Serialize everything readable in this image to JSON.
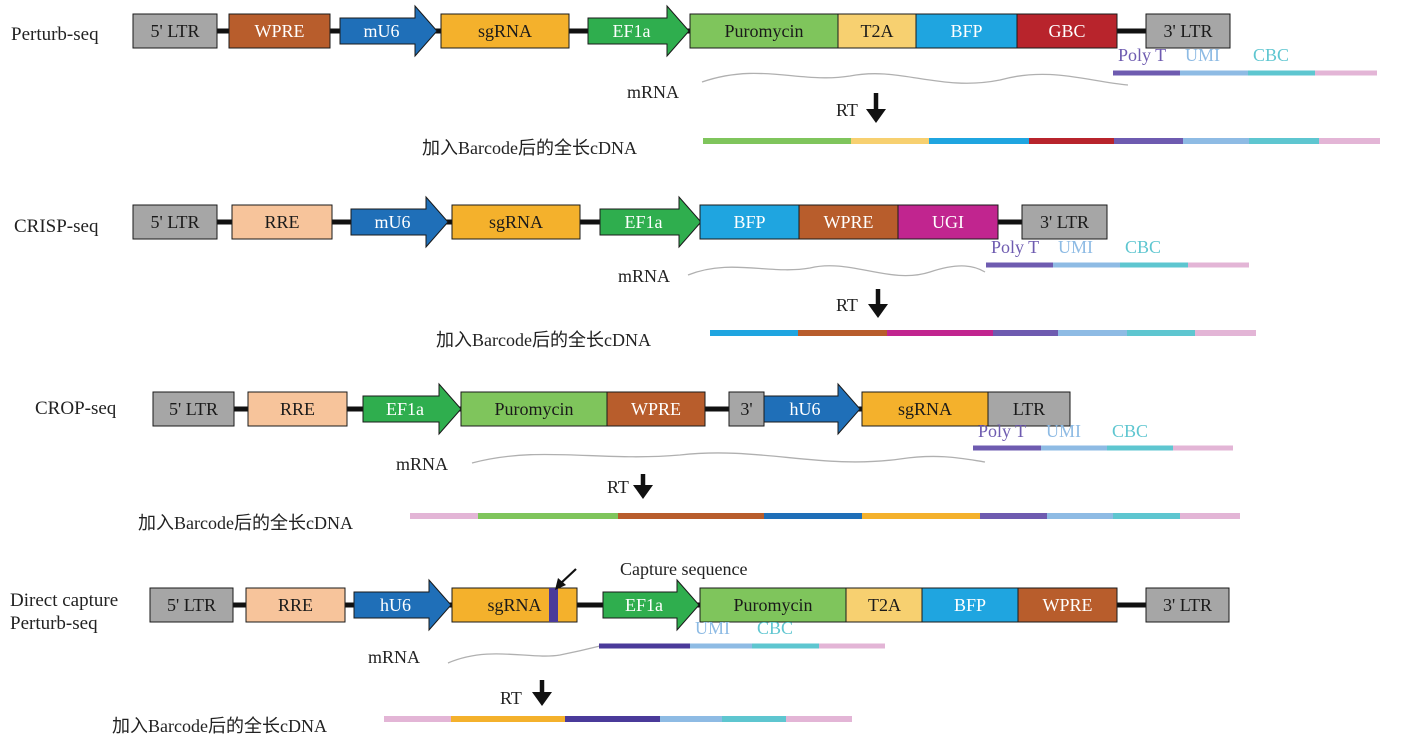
{
  "colors": {
    "LTR": "#a6a6a6",
    "WPRE": "#b85d2c",
    "RRE": "#f7c49b",
    "U6": "#1f6fb8",
    "sgRNA": "#f4b12c",
    "EF1a": "#2fae4e",
    "Puromycin": "#7fc55c",
    "T2A": "#f7d070",
    "BFP": "#1fa5e0",
    "GBC": "#b8242c",
    "UGI": "#c1258f",
    "PolyT": "#6e5bb0",
    "UMI": "#8ebbe4",
    "CBC": "#5ec6d0",
    "tail": "#e3b5d6",
    "capture": "#4a3a9a"
  },
  "panels": [
    {
      "name": "Perturb-seq",
      "construct": [
        {
          "label": "5' LTR",
          "key": "LTR",
          "shape": "box"
        },
        {
          "label": "WPRE",
          "key": "WPRE",
          "shape": "box"
        },
        {
          "label": "mU6",
          "key": "U6",
          "shape": "arrow"
        },
        {
          "label": "sgRNA",
          "key": "sgRNA",
          "shape": "box"
        },
        {
          "label": "EF1a",
          "key": "EF1a",
          "shape": "arrow"
        },
        {
          "label": "Puromycin",
          "key": "Puromycin",
          "shape": "box"
        },
        {
          "label": "T2A",
          "key": "T2A",
          "shape": "box"
        },
        {
          "label": "BFP",
          "key": "BFP",
          "shape": "box"
        },
        {
          "label": "GBC",
          "key": "GBC",
          "shape": "box"
        },
        {
          "label": "3' LTR",
          "key": "LTR",
          "shape": "box"
        }
      ],
      "primer": [
        {
          "label": "Poly T",
          "key": "PolyT"
        },
        {
          "label": "UMI",
          "key": "UMI"
        },
        {
          "label": "CBC",
          "key": "CBC"
        }
      ],
      "mrna_label": "mRNA",
      "rt_label": "RT",
      "cdna_label": "加入Barcode后的全长cDNA",
      "cdna": [
        "Puromycin",
        "T2A",
        "BFP",
        "GBC",
        "PolyT",
        "UMI",
        "CBC",
        "tail"
      ]
    },
    {
      "name": "CRISP-seq",
      "construct": [
        {
          "label": "5' LTR",
          "key": "LTR",
          "shape": "box"
        },
        {
          "label": "RRE",
          "key": "RRE",
          "shape": "box"
        },
        {
          "label": "mU6",
          "key": "U6",
          "shape": "arrow"
        },
        {
          "label": "sgRNA",
          "key": "sgRNA",
          "shape": "box"
        },
        {
          "label": "EF1a",
          "key": "EF1a",
          "shape": "arrow"
        },
        {
          "label": "BFP",
          "key": "BFP",
          "shape": "box"
        },
        {
          "label": "WPRE",
          "key": "WPRE",
          "shape": "box"
        },
        {
          "label": "UGI",
          "key": "UGI",
          "shape": "box"
        },
        {
          "label": "3' LTR",
          "key": "LTR",
          "shape": "box"
        }
      ],
      "primer": [
        {
          "label": "Poly T",
          "key": "PolyT"
        },
        {
          "label": "UMI",
          "key": "UMI"
        },
        {
          "label": "CBC",
          "key": "CBC"
        }
      ],
      "mrna_label": "mRNA",
      "rt_label": "RT",
      "cdna_label": "加入Barcode后的全长cDNA",
      "cdna": [
        "BFP",
        "WPRE",
        "UGI",
        "PolyT",
        "UMI",
        "CBC",
        "tail"
      ]
    },
    {
      "name": "CROP-seq",
      "construct": [
        {
          "label": "5' LTR",
          "key": "LTR",
          "shape": "box"
        },
        {
          "label": "RRE",
          "key": "RRE",
          "shape": "box"
        },
        {
          "label": "EF1a",
          "key": "EF1a",
          "shape": "arrow"
        },
        {
          "label": "Puromycin",
          "key": "Puromycin",
          "shape": "box"
        },
        {
          "label": "WPRE",
          "key": "WPRE",
          "shape": "box"
        },
        {
          "label": "3'",
          "key": "LTR",
          "shape": "box"
        },
        {
          "label": "hU6",
          "key": "U6",
          "shape": "arrow"
        },
        {
          "label": "sgRNA",
          "key": "sgRNA",
          "shape": "box"
        },
        {
          "label": "LTR",
          "key": "LTR",
          "shape": "box"
        }
      ],
      "primer": [
        {
          "label": "Poly T",
          "key": "PolyT"
        },
        {
          "label": "UMI",
          "key": "UMI"
        },
        {
          "label": "CBC",
          "key": "CBC"
        }
      ],
      "mrna_label": "mRNA",
      "rt_label": "RT",
      "cdna_label": "加入Barcode后的全长cDNA",
      "cdna": [
        "tail",
        "Puromycin",
        "WPRE",
        "U6",
        "sgRNA",
        "PolyT",
        "UMI",
        "CBC",
        "tail"
      ]
    },
    {
      "name": "Direct capture\nPerturb-seq",
      "name_lines": [
        "Direct capture",
        "Perturb-seq"
      ],
      "construct": [
        {
          "label": "5' LTR",
          "key": "LTR",
          "shape": "box"
        },
        {
          "label": "RRE",
          "key": "RRE",
          "shape": "box"
        },
        {
          "label": "hU6",
          "key": "U6",
          "shape": "arrow"
        },
        {
          "label": "sgRNA",
          "key": "sgRNA",
          "shape": "box"
        },
        {
          "label": "EF1a",
          "key": "EF1a",
          "shape": "arrow"
        },
        {
          "label": "Puromycin",
          "key": "Puromycin",
          "shape": "box"
        },
        {
          "label": "T2A",
          "key": "T2A",
          "shape": "box"
        },
        {
          "label": "BFP",
          "key": "BFP",
          "shape": "box"
        },
        {
          "label": "WPRE",
          "key": "WPRE",
          "shape": "box"
        },
        {
          "label": "3' LTR",
          "key": "LTR",
          "shape": "box"
        }
      ],
      "capture_label": "Capture sequence",
      "primer": [
        {
          "label": "",
          "key": "capture"
        },
        {
          "label": "UMI",
          "key": "UMI"
        },
        {
          "label": "CBC",
          "key": "CBC"
        }
      ],
      "mrna_label": "mRNA",
      "rt_label": "RT",
      "cdna_label": "加入Barcode后的全长cDNA",
      "cdna": [
        "tail",
        "sgRNA",
        "capture",
        "UMI",
        "CBC",
        "tail"
      ]
    }
  ]
}
